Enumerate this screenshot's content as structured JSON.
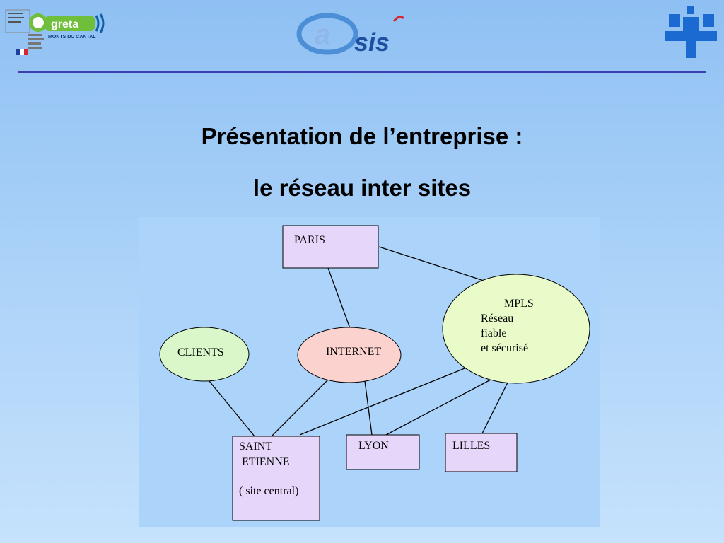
{
  "header": {
    "left_logo_text": "greta",
    "left_logo_subtext": "MONTS DU CANTAL",
    "center_logo_text": "sis"
  },
  "slide": {
    "title_line1": "Présentation de l’entreprise :",
    "title_line2": "le réseau inter sites"
  },
  "diagram": {
    "nodes": {
      "paris": "PARIS",
      "mpls_title": "MPLS",
      "mpls_line1": "Réseau",
      "mpls_line2": "fiable",
      "mpls_line3": "et sécurisé",
      "clients": "CLIENTS",
      "internet": "INTERNET",
      "saint_line1": "SAINT",
      "saint_line2": "ETIENNE",
      "saint_line3": "( site central)",
      "lyon": "LYON",
      "lilles": "LILLES"
    },
    "colors": {
      "box_fill": "#e6d7fa",
      "clients_fill": "#d9f7c8",
      "internet_fill": "#fcd2cf",
      "mpls_fill": "#e8fbc8",
      "line": "#000000"
    }
  }
}
